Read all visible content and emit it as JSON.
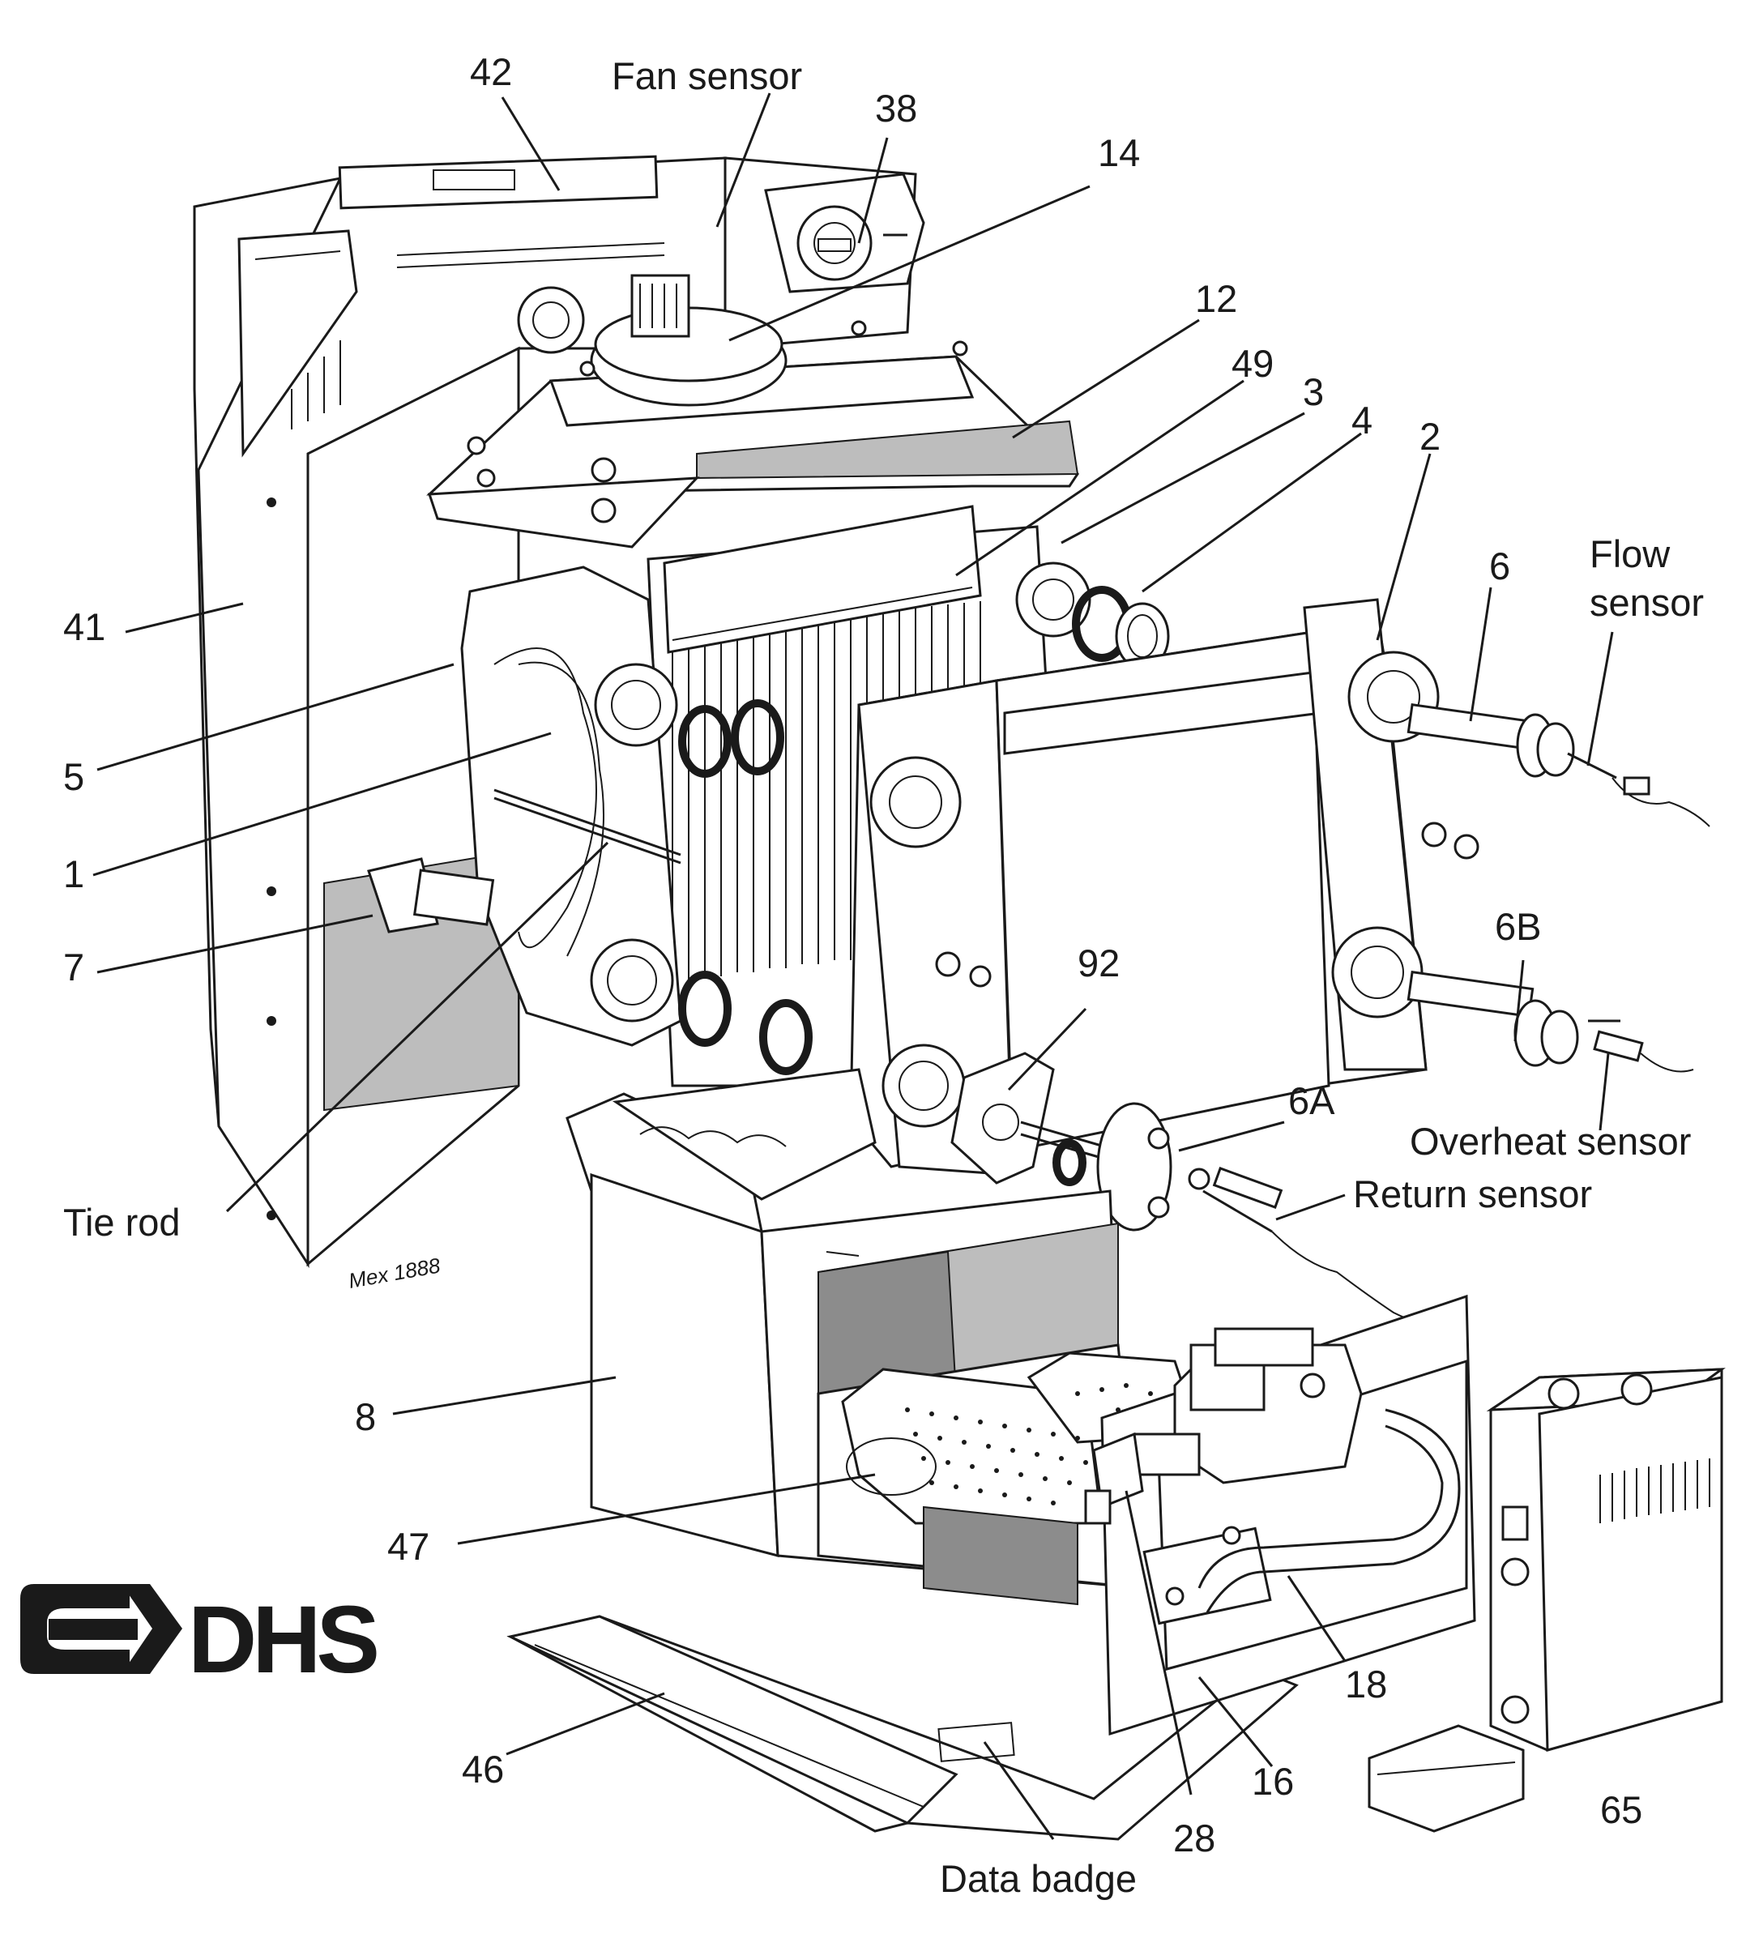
{
  "labels": {
    "p42": "42",
    "fan_sensor": "Fan sensor",
    "p38": "38",
    "p14": "14",
    "p12": "12",
    "p49": "49",
    "p3": "3",
    "p4": "4",
    "p2": "2",
    "p6": "6",
    "flow_sensor_1": "Flow",
    "flow_sensor_2": "sensor",
    "p41": "41",
    "p5": "5",
    "p1": "1",
    "p7": "7",
    "p6B": "6B",
    "p92": "92",
    "p6A": "6A",
    "overheat_sensor": "Overheat  sensor",
    "return_sensor": "Return sensor",
    "tie_rod": "Tie rod",
    "mex": "Mex 1888",
    "p8": "8",
    "p47": "47",
    "p46": "46",
    "p16": "16",
    "p18": "18",
    "p28": "28",
    "p65": "65",
    "data_badge": "Data badge"
  },
  "logo": {
    "text": "DHS"
  }
}
